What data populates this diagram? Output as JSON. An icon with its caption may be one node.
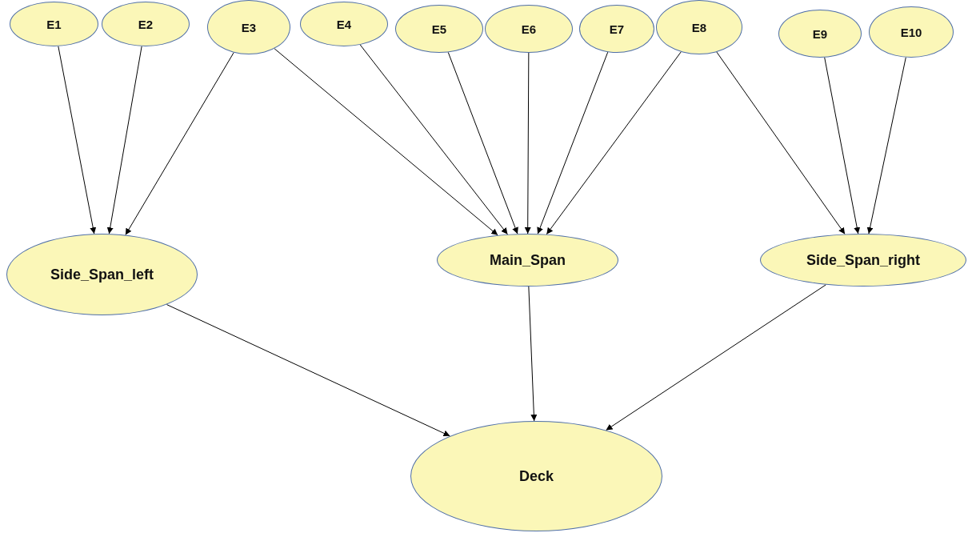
{
  "diagram": {
    "nodes": [
      {
        "text": [
          "E1"
        ]
      },
      {
        "text": [
          "E2"
        ]
      },
      {
        "text": [
          "E3"
        ]
      },
      {
        "text": [
          "E4"
        ]
      },
      {
        "text": [
          "E5"
        ]
      },
      {
        "text": [
          "E6"
        ]
      },
      {
        "text": [
          "E7"
        ]
      },
      {
        "text": [
          "E8"
        ]
      },
      {
        "text": [
          "E9"
        ]
      },
      {
        "text": [
          "E10"
        ]
      },
      {
        "text": [
          "Side_Span_left"
        ]
      },
      {
        "text": [
          "Main_Span"
        ]
      },
      {
        "text": [
          "Side_Span_right"
        ]
      },
      {
        "text": [
          "Deck"
        ]
      }
    ],
    "edges": [
      {
        "from": 0,
        "to": 10,
        "arrow": "to"
      },
      {
        "from": 1,
        "to": 10,
        "arrow": "to"
      },
      {
        "from": 2,
        "to": 10,
        "arrow": "to"
      },
      {
        "from": 2,
        "to": 11,
        "arrow": "to"
      },
      {
        "from": 3,
        "to": 11,
        "arrow": "to"
      },
      {
        "from": 4,
        "to": 11,
        "arrow": "to"
      },
      {
        "from": 5,
        "to": 11,
        "arrow": "to"
      },
      {
        "from": 6,
        "to": 11,
        "arrow": "to"
      },
      {
        "from": 7,
        "to": 11,
        "arrow": "to"
      },
      {
        "from": 7,
        "to": 12,
        "arrow": "to"
      },
      {
        "from": 8,
        "to": 12,
        "arrow": "to"
      },
      {
        "from": 9,
        "to": 12,
        "arrow": "to"
      },
      {
        "from": 10,
        "to": 13,
        "arrow": "to"
      },
      {
        "from": 11,
        "to": 13,
        "arrow": "to"
      },
      {
        "from": 12,
        "to": 13,
        "arrow": "to"
      }
    ]
  }
}
